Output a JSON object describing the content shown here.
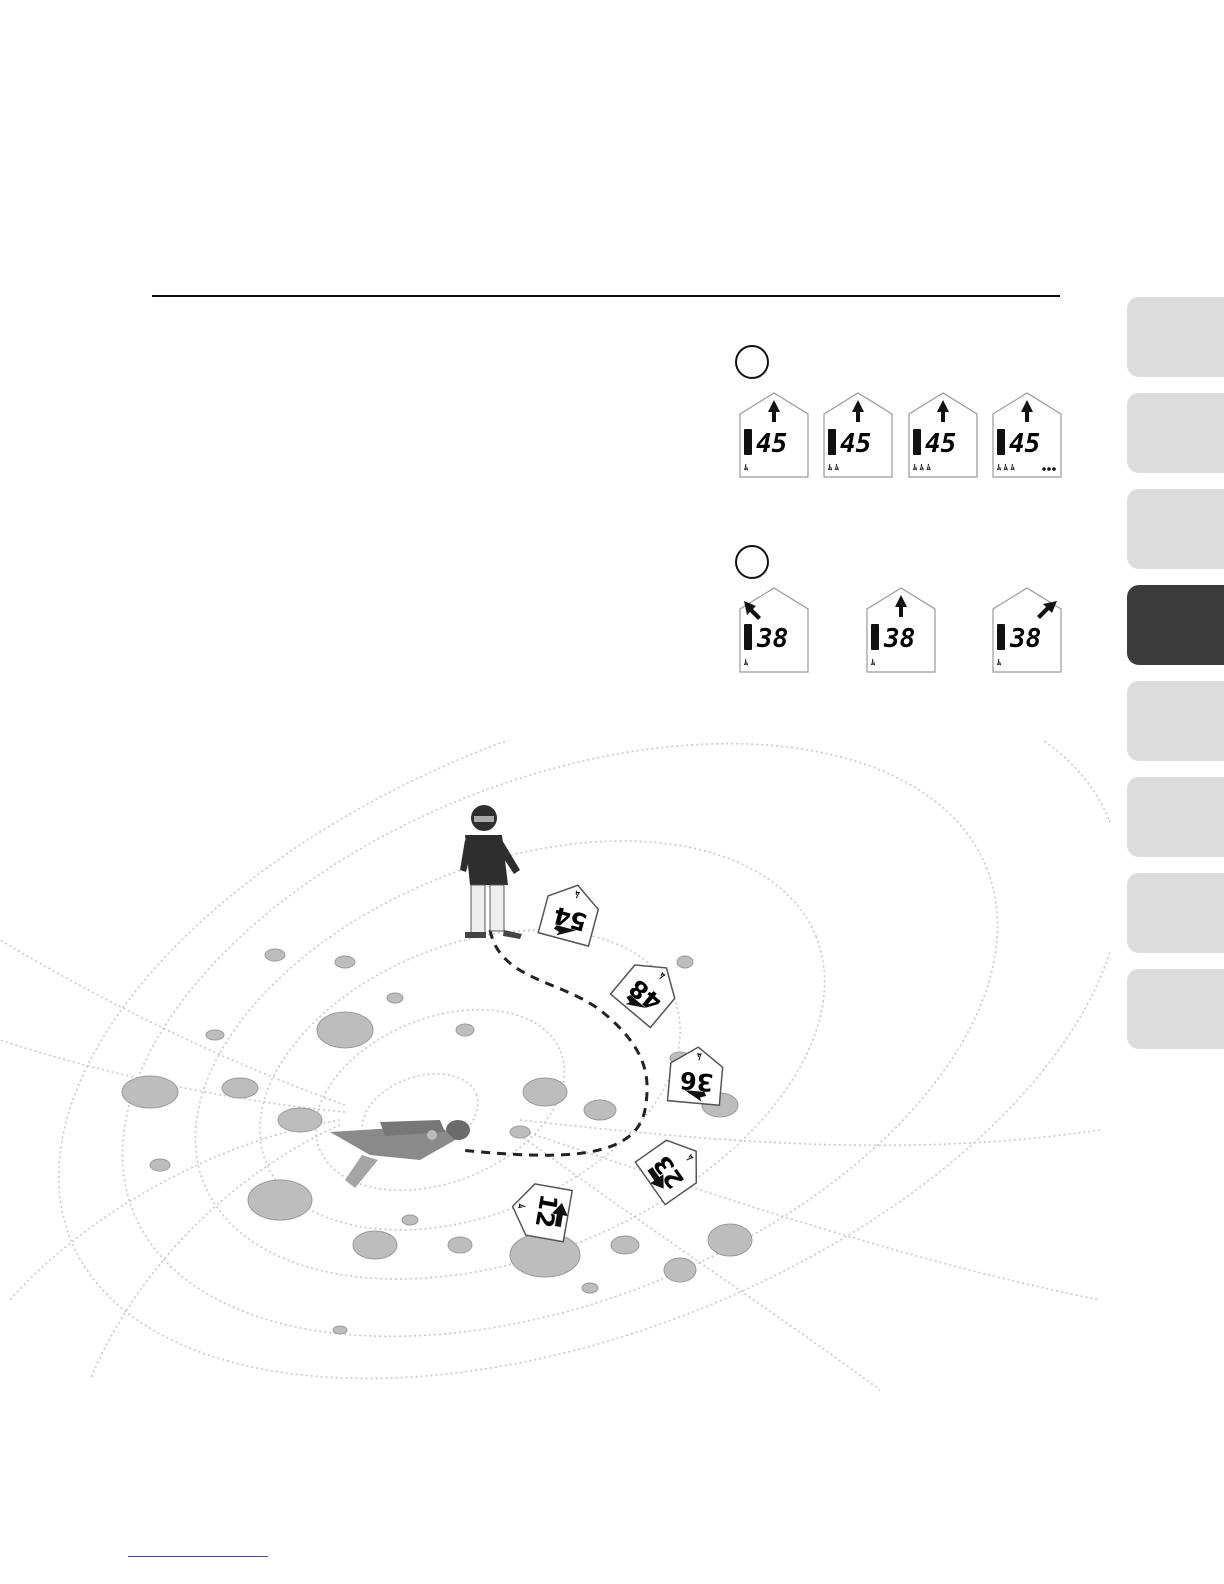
{
  "section_tabs": {
    "count": 8,
    "active_index": 3
  },
  "figure_a": {
    "readings": [
      {
        "distance": "45",
        "markers": 1,
        "more": false,
        "arrow": "up"
      },
      {
        "distance": "45",
        "markers": 2,
        "more": false,
        "arrow": "up"
      },
      {
        "distance": "45",
        "markers": 3,
        "more": false,
        "arrow": "up"
      },
      {
        "distance": "45",
        "markers": 3,
        "more": true,
        "arrow": "up"
      }
    ]
  },
  "figure_b": {
    "readings": [
      {
        "distance": "38",
        "markers": 1,
        "arrow": "up-left"
      },
      {
        "distance": "38",
        "markers": 1,
        "arrow": "up"
      },
      {
        "distance": "38",
        "markers": 1,
        "arrow": "up-right"
      }
    ]
  },
  "search_scene": {
    "path_readings": [
      {
        "distance": "54",
        "arrow": "down-right"
      },
      {
        "distance": "48",
        "arrow": "down-right"
      },
      {
        "distance": "36",
        "arrow": "down-left"
      },
      {
        "distance": "23",
        "arrow": "left"
      },
      {
        "distance": "12",
        "arrow": "left"
      }
    ],
    "icons": [
      "rescuer-figure",
      "buried-victim-figure",
      "flux-line-field",
      "snow-debris"
    ]
  },
  "colors": {
    "active_tab": "#3b3b3b",
    "inactive_tab": "#dcdcdc",
    "flux_lines": "#c8c8c8",
    "debris": "#bdbdbd"
  }
}
